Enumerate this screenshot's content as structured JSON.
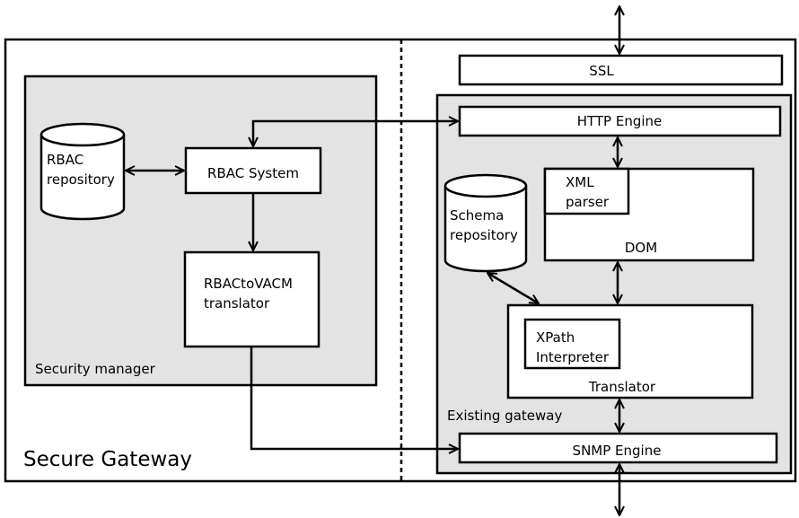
{
  "labels": {
    "secure_gateway": "Secure Gateway",
    "security_manager": "Security manager",
    "existing_gateway": "Existing gateway",
    "rbac_repository_line1": "RBAC",
    "rbac_repository_line2": "repository",
    "rbac_system": "RBAC System",
    "rbac_to_vacm_line1": "RBACtoVACM",
    "rbac_to_vacm_line2": "translator",
    "ssl": "SSL",
    "http_engine": "HTTP Engine",
    "xml_parser_line1": "XML",
    "xml_parser_line2": "parser",
    "dom": "DOM",
    "schema_repository_line1": "Schema",
    "schema_repository_line2": "repository",
    "xpath_line1": "XPath",
    "xpath_line2": "Interpreter",
    "translator": "Translator",
    "snmp_engine": "SNMP Engine"
  }
}
